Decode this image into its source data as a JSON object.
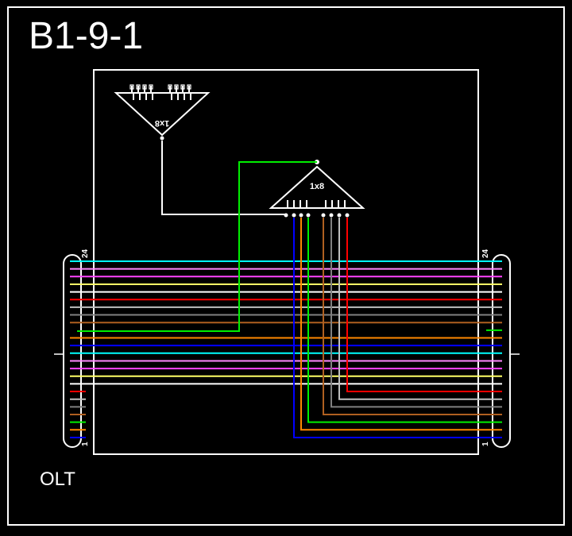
{
  "title": "B1-9-1",
  "footer_label": "OLT",
  "splitter_top": {
    "label": "1x8"
  },
  "splitter_main": {
    "label": "1x8"
  },
  "panel_left": {
    "top_number": "24",
    "bottom_number": "1"
  },
  "panel_right": {
    "top_number": "24",
    "bottom_number": "1"
  },
  "fiber_colors": [
    "#00ffff",
    "#ff88ff",
    "#ff44ff",
    "#ffff66",
    "#ffffff",
    "#ff0000",
    "#bfbfbf",
    "#808080",
    "#b06020",
    "#00ee00",
    "#ff8800",
    "#0000ff",
    "#00ffff",
    "#ff88ff",
    "#ff44ff",
    "#ffff66",
    "#ffffff",
    "#ff0000",
    "#bfbfbf",
    "#808080",
    "#b06020",
    "#00ee00",
    "#ff8800",
    "#0000ff"
  ],
  "colors": {
    "background": "#000000",
    "frame": "#ffffff",
    "uplink": "#00ee00"
  }
}
